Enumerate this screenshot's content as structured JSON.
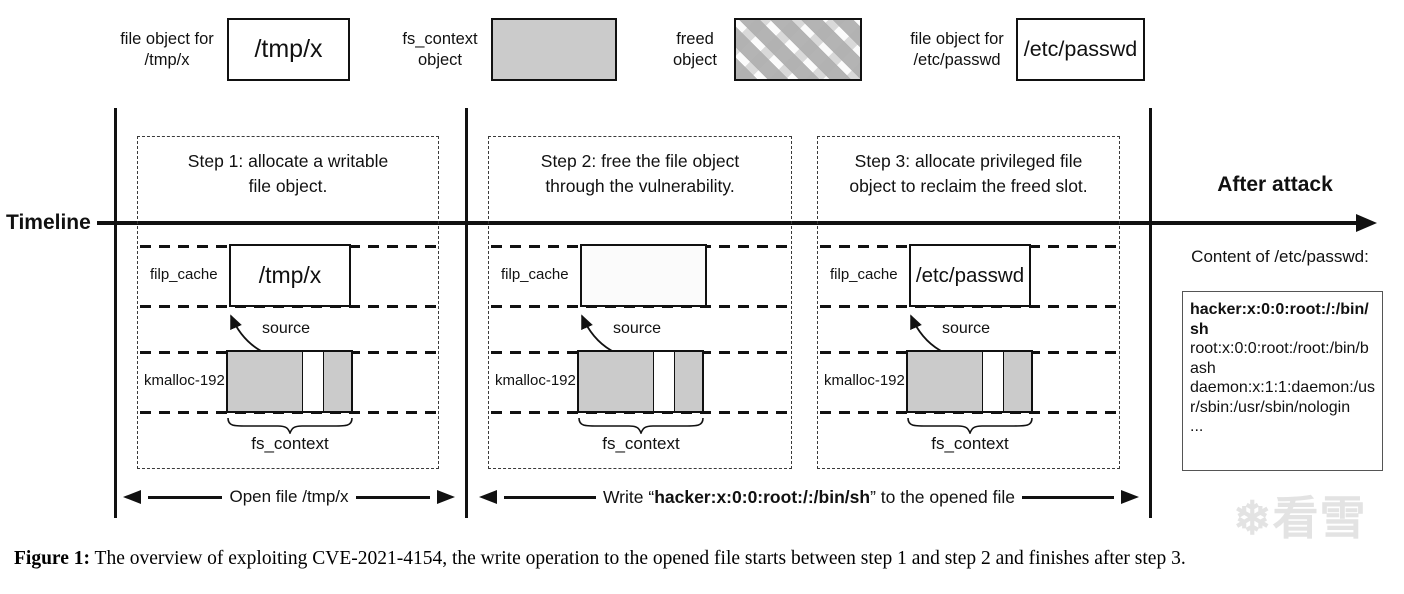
{
  "legend": {
    "items": [
      {
        "label": "file object for\n/tmp/x",
        "box_text": "/tmp/x",
        "box_type": "file"
      },
      {
        "label": "fs_context\nobject",
        "box_text": "",
        "box_type": "gray"
      },
      {
        "label": "freed\nobject",
        "box_text": "",
        "box_type": "hatched"
      },
      {
        "label": "file object for\n/etc/passwd",
        "box_text": "/etc/passwd",
        "box_type": "file"
      }
    ]
  },
  "timeline": {
    "label": "Timeline"
  },
  "steps": [
    {
      "title": "Step 1: allocate a writable\nfile object.",
      "cache_label": "filp_cache",
      "object_text": "/tmp/x",
      "object_type": "file",
      "source_label": "source",
      "slab_label": "kmalloc-192",
      "brace_label": "fs_context"
    },
    {
      "title": "Step 2: free the file object\nthrough the vulnerability.",
      "cache_label": "filp_cache",
      "object_text": "",
      "object_type": "freed",
      "source_label": "source",
      "slab_label": "kmalloc-192",
      "brace_label": "fs_context"
    },
    {
      "title": "Step 3: allocate privileged file\nobject to reclaim the freed slot.",
      "cache_label": "filp_cache",
      "object_text": "/etc/passwd",
      "object_type": "file",
      "source_label": "source",
      "slab_label": "kmalloc-192",
      "brace_label": "fs_context"
    }
  ],
  "bottom_arrows": {
    "open_file": {
      "label": "Open file /tmp/x"
    },
    "write": {
      "prefix": "Write “",
      "bold": "hacker:x:0:0:root:/:/bin/sh",
      "suffix": "” to the opened file"
    }
  },
  "after_attack": {
    "title": "After attack",
    "content_heading": "Content of /etc/passwd:",
    "passwd_lines": [
      {
        "text": "hacker:x:0:0:root:/:/bin/sh",
        "bold": true
      },
      {
        "text": "root:x:0:0:root:/root:/bin/bash",
        "bold": false
      },
      {
        "text": "daemon:x:1:1:daemon:/usr/sbin:/usr/sbin/nologin",
        "bold": false
      },
      {
        "text": "...",
        "bold": false
      }
    ]
  },
  "caption": {
    "label": "Figure 1:",
    "text": " The overview of exploiting CVE-2021-4154, the write operation to the opened file starts between step 1 and step 2 and finishes after step 3."
  },
  "watermark": {
    "text": "❄看雪"
  },
  "colors": {
    "object_gray": "#cbcbcb",
    "line_black": "#111111",
    "watermark_gray": "#e3e3e3"
  }
}
